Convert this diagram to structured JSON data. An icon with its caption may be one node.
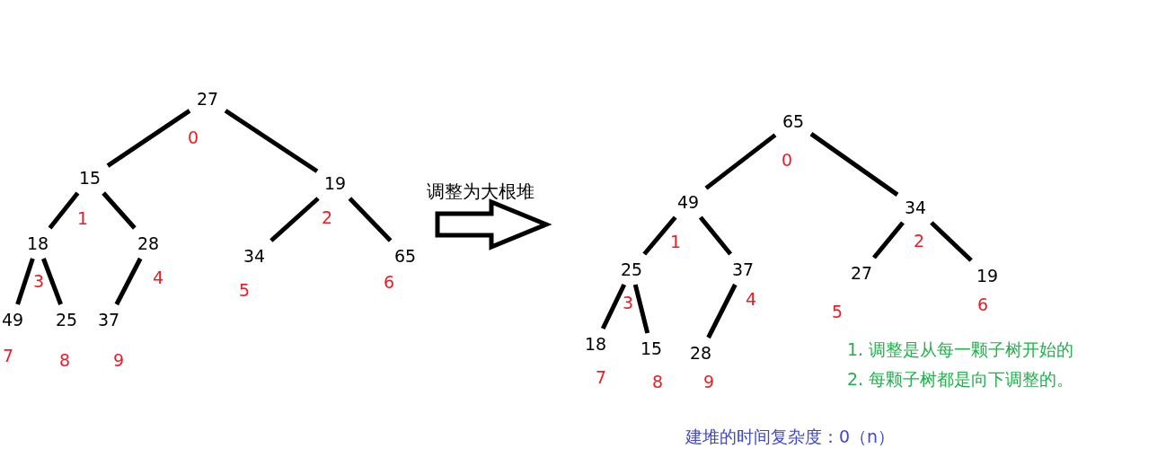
{
  "diagram": {
    "nodes": [
      {
        "text": [
          "27"
        ],
        "beside": [
          "0"
        ]
      },
      {
        "text": [
          "15"
        ],
        "beside": [
          "1"
        ]
      },
      {
        "text": [
          "19"
        ],
        "beside": [
          "2"
        ]
      },
      {
        "text": [
          "18"
        ],
        "beside": [
          "3"
        ]
      },
      {
        "text": [
          "28"
        ],
        "beside": [
          "4"
        ]
      },
      {
        "text": [
          "34"
        ],
        "beside": [
          "5"
        ]
      },
      {
        "text": [
          "65"
        ],
        "beside": [
          "6"
        ]
      },
      {
        "text": [
          "49"
        ],
        "beside": [
          "7"
        ]
      },
      {
        "text": [
          "25"
        ],
        "beside": [
          "8"
        ]
      },
      {
        "text": [
          "37"
        ],
        "beside": [
          "9"
        ]
      },
      {
        "text": [
          "65"
        ],
        "beside": [
          "0"
        ]
      },
      {
        "text": [
          "49"
        ],
        "beside": [
          "1"
        ]
      },
      {
        "text": [
          "34"
        ],
        "beside": [
          "2"
        ]
      },
      {
        "text": [
          "25"
        ],
        "beside": [
          "3"
        ]
      },
      {
        "text": [
          "37"
        ],
        "beside": [
          "4"
        ]
      },
      {
        "text": [
          "27"
        ],
        "beside": [
          "5"
        ]
      },
      {
        "text": [
          "19"
        ],
        "beside": [
          "6"
        ]
      },
      {
        "text": [
          "18"
        ],
        "beside": [
          "7"
        ]
      },
      {
        "text": [
          "15"
        ],
        "beside": [
          "8"
        ]
      },
      {
        "text": [
          "28"
        ],
        "beside": [
          "9"
        ]
      }
    ],
    "edges": [
      {
        "from": 0,
        "to": 1,
        "arrow": "none"
      },
      {
        "from": 0,
        "to": 2,
        "arrow": "none"
      },
      {
        "from": 1,
        "to": 3,
        "arrow": "none"
      },
      {
        "from": 1,
        "to": 4,
        "arrow": "none"
      },
      {
        "from": 2,
        "to": 5,
        "arrow": "none"
      },
      {
        "from": 2,
        "to": 6,
        "arrow": "none"
      },
      {
        "from": 3,
        "to": 7,
        "arrow": "none"
      },
      {
        "from": 3,
        "to": 8,
        "arrow": "none"
      },
      {
        "from": 4,
        "to": 9,
        "arrow": "none"
      },
      {
        "from": 10,
        "to": 11,
        "arrow": "none"
      },
      {
        "from": 10,
        "to": 12,
        "arrow": "none"
      },
      {
        "from": 11,
        "to": 13,
        "arrow": "none"
      },
      {
        "from": 11,
        "to": 14,
        "arrow": "none"
      },
      {
        "from": 12,
        "to": 15,
        "arrow": "none"
      },
      {
        "from": 12,
        "to": 16,
        "arrow": "none"
      },
      {
        "from": 13,
        "to": 17,
        "arrow": "none"
      },
      {
        "from": 13,
        "to": 18,
        "arrow": "none"
      },
      {
        "from": 14,
        "to": 19,
        "arrow": "none"
      }
    ],
    "labels": [
      "调整为大根堆",
      "1. 调整是从每一颗子树开始的",
      "2. 每颗子树都是向下调整的。",
      "建堆的时间复杂度：0（n）"
    ]
  }
}
